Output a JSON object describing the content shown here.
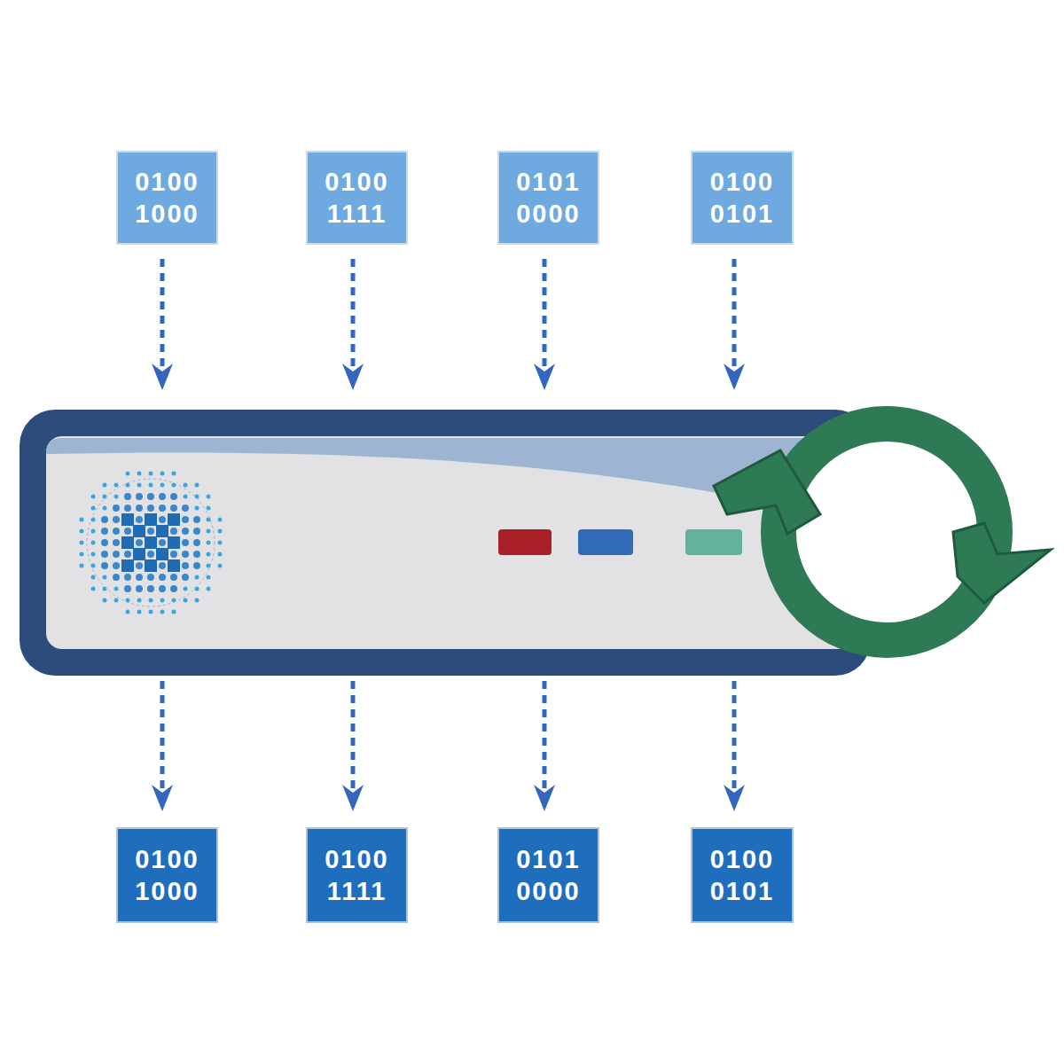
{
  "diagram": {
    "nodes": [
      {
        "text": [
          "0100 1000"
        ]
      },
      {
        "text": [
          "0100 1111"
        ]
      },
      {
        "text": [
          "0101 0000"
        ]
      },
      {
        "text": [
          "0100 0101"
        ]
      },
      {
        "text": [
          "0100 1000"
        ]
      },
      {
        "text": [
          "0100 1111"
        ]
      },
      {
        "text": [
          "0101 0000"
        ]
      },
      {
        "text": [
          "0100 0101"
        ]
      }
    ]
  }
}
